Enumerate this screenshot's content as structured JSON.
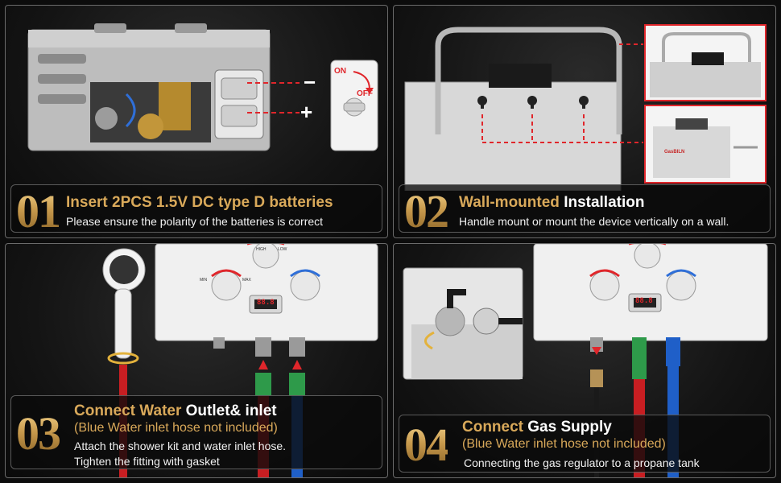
{
  "steps": [
    {
      "number": "01",
      "title_part1": "Insert 2PCS 1.5V DC type D batteries",
      "desc": "Please ensure the polarity of the batteries is correct",
      "labels": {
        "minus": "−",
        "plus": "+",
        "on": "ON",
        "off": "OFF"
      }
    },
    {
      "number": "02",
      "title_gold": "Wall-mounted",
      "title_white": "Installation",
      "desc": "Handle mount or mount the device vertically on a wall.",
      "brand": "GasBILN"
    },
    {
      "number": "03",
      "title_gold": "Connect Water",
      "title_white": "Outlet& inlet",
      "note": "(Blue Water inlet hose not included)",
      "desc_line1": "Attach the shower kit and water inlet hose.",
      "desc_line2": "Tighten the fitting with gasket",
      "dial_labels": {
        "high": "HIGH",
        "low": "LOW",
        "min": "MIN",
        "max": "MAX"
      },
      "display": "88.8"
    },
    {
      "number": "04",
      "title_gold": "Connect",
      "title_white": "Gas Supply",
      "note": "(Blue Water inlet hose not included)",
      "desc": "Connecting the gas regulator to a propane tank",
      "display": "88.8"
    }
  ],
  "colors": {
    "gold": "#d9a95a",
    "accent_red": "#e0262b",
    "hose_red": "#c81e22",
    "hose_blue": "#1f5fc8",
    "fitting_green": "#2e9a4a"
  }
}
